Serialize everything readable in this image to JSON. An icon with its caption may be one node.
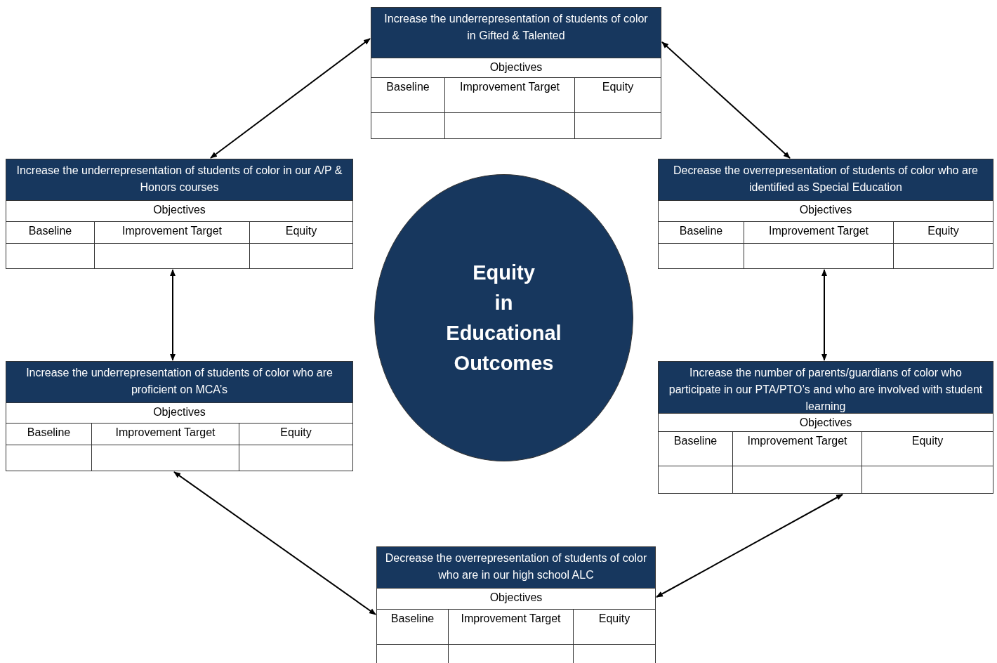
{
  "diagram": {
    "nodes": [
      {
        "text": [
          "Increase the underrepresentation of students of color in Gifted & Talented",
          "Objectives",
          "Baseline",
          "Improvement Target",
          "Equity"
        ]
      },
      {
        "text": [
          "Increase the underrepresentation of students of color in our A/P & Honors courses",
          "Objectives",
          "Baseline",
          "Improvement Target",
          "Equity"
        ]
      },
      {
        "text": [
          "Decrease the overrepresentation of students of color who are identified as Special Education",
          "Objectives",
          "Baseline",
          "Improvement Target",
          "Equity"
        ]
      },
      {
        "text": [
          "Equity in Educational Outcomes"
        ]
      },
      {
        "text": [
          "Increase the underrepresentation of students of color who are proficient on MCA’s",
          "Objectives",
          "Baseline",
          "Improvement Target",
          "Equity"
        ]
      },
      {
        "text": [
          "Increase the number of parents/guardians of color who participate in our PTA/PTO’s and who are involved with student learning",
          "Objectives",
          "Baseline",
          "Improvement Target",
          "Equity"
        ]
      },
      {
        "text": [
          "Decrease the overrepresentation of students of color who are in our high school ALC",
          "Objectives",
          "Baseline",
          "Improvement Target",
          "Equity"
        ]
      }
    ],
    "edges": [
      {
        "from": 0,
        "to": 1,
        "arrow": "both"
      },
      {
        "from": 0,
        "to": 2,
        "arrow": "both"
      },
      {
        "from": 1,
        "to": 4,
        "arrow": "both"
      },
      {
        "from": 2,
        "to": 5,
        "arrow": "both"
      },
      {
        "from": 4,
        "to": 6,
        "arrow": "both"
      },
      {
        "from": 5,
        "to": 6,
        "arrow": "both"
      }
    ]
  }
}
